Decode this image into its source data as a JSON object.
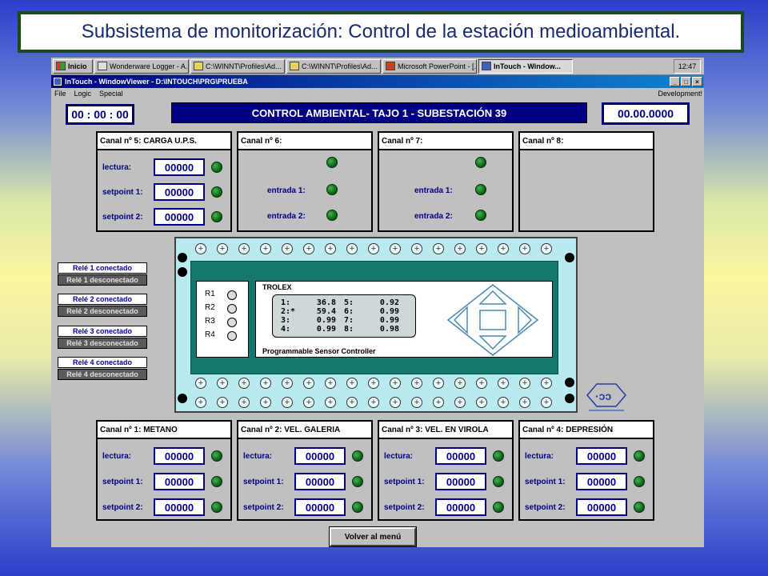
{
  "slide": {
    "title": "Subsistema de monitorización: Control de la estación medioambiental."
  },
  "taskbar": {
    "start": "Inicio",
    "items": [
      "Wonderware Logger - A...",
      "C:\\WINNT\\Profiles\\Ad...",
      "C:\\WINNT\\Profiles\\Ad...",
      "Microsoft PowerPoint - [...",
      "InTouch - Window..."
    ],
    "clock": "12:47"
  },
  "window": {
    "title": "InTouch - WindowViewer - D:\\INTOUCH\\PRG\\PRUEBA",
    "menu": [
      "File",
      "Logic",
      "Special"
    ],
    "menu_right": "Development!"
  },
  "header": {
    "time": "00 : 00 : 00",
    "title": "CONTROL AMBIENTAL- TAJO 1 - SUBESTACIÓN 39",
    "date": "00.00.0000"
  },
  "labels": {
    "lectura": "lectura:",
    "sp1": "setpoint 1:",
    "sp2": "setpoint 2:",
    "ent1": "entrada 1:",
    "ent2": "entrada 2:"
  },
  "top_channels": [
    {
      "name": "Canal nº 5: CARGA U.P.S.",
      "lectura": "00000",
      "sp1": "00000",
      "sp2": "00000"
    },
    {
      "name": "Canal nº 6:"
    },
    {
      "name": "Canal nº 7:"
    },
    {
      "name": "Canal nº 8:"
    }
  ],
  "bottom_channels": [
    {
      "name": "Canal nº 1: METANO",
      "lectura": "00000",
      "sp1": "00000",
      "sp2": "00000"
    },
    {
      "name": "Canal nº 2: VEL. GALERIA",
      "lectura": "00000",
      "sp1": "00000",
      "sp2": "00000"
    },
    {
      "name": "Canal nº 3: VEL. EN VIROLA",
      "lectura": "00000",
      "sp1": "00000",
      "sp2": "00000"
    },
    {
      "name": "Canal nº 4: DEPRESIÓN",
      "lectura": "00000",
      "sp1": "00000",
      "sp2": "00000"
    }
  ],
  "relays": [
    {
      "on": "Relé 1 conectado",
      "off": "Relé 1 desconectado"
    },
    {
      "on": "Relé 2 conectado",
      "off": "Relé 2 desconectado"
    },
    {
      "on": "Relé 3 conectado",
      "off": "Relé 3 desconectado"
    },
    {
      "on": "Relé 4 conectado",
      "off": "Relé 4 desconectado"
    }
  ],
  "device": {
    "brand": "TROLEX",
    "relays": [
      "R1",
      "R2",
      "R3",
      "R4"
    ],
    "lcd": [
      [
        "1:",
        "36.8"
      ],
      [
        "5:",
        "0.92"
      ],
      [
        "2:*",
        "59.4"
      ],
      [
        "6:",
        "0.99"
      ],
      [
        "3:",
        "0.99"
      ],
      [
        "7:",
        "0.99"
      ],
      [
        "4:",
        "0.99"
      ],
      [
        "8:",
        "0.98"
      ]
    ],
    "caption": "Programmable Sensor Controller"
  },
  "back_button": "Volver al menú",
  "colors": {
    "led_green": "#2e9a3c",
    "navy": "#000080",
    "device": "#b8eaf0",
    "inner": "#14786e"
  }
}
